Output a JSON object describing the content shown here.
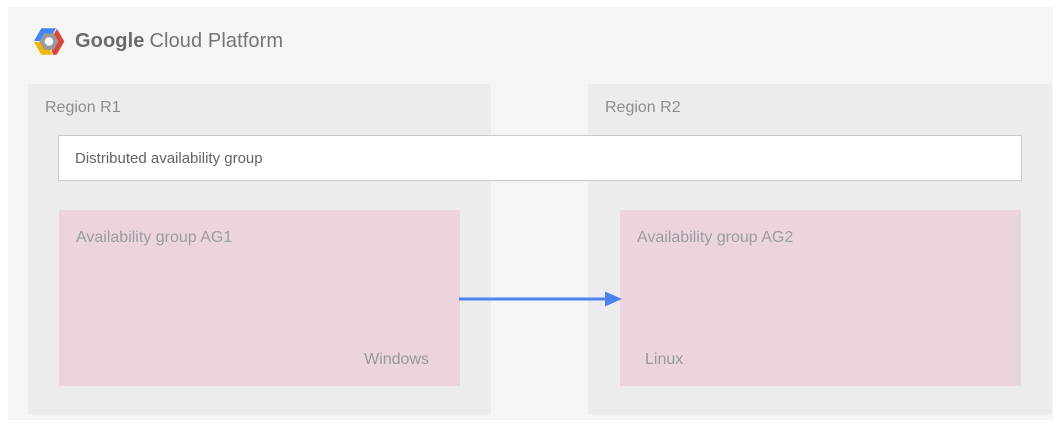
{
  "header": {
    "brand": {
      "google": "Google",
      "rest": "Cloud Platform"
    }
  },
  "diagram": {
    "regions": [
      {
        "label": "Region R1"
      },
      {
        "label": "Region R2"
      }
    ],
    "distributed_group": {
      "label": "Distributed availability group"
    },
    "availability_groups": [
      {
        "label": "Availability group AG1",
        "os": "Windows"
      },
      {
        "label": "Availability group AG2",
        "os": "Linux"
      }
    ],
    "icons": {
      "logo": "gcp-hexagon-logo"
    },
    "colors": {
      "panel_bg": "#f5f5f6",
      "region_bg": "#ececee",
      "availability_group_bg": "#ecd4de",
      "arrow_blue": "#4d82ef",
      "logo_blue": "#4285f4",
      "logo_red": "#db4437",
      "logo_yellow": "#f4b400",
      "logo_inner_gray": "#9a9a9a",
      "text_gray": "#8d8d92",
      "text_dark": "#5f6368"
    }
  }
}
